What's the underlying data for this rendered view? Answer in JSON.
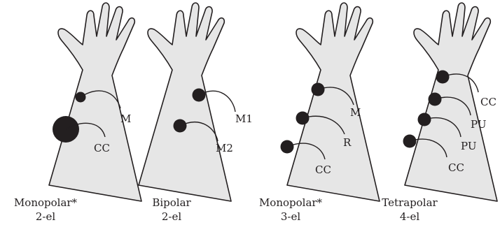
{
  "panels": [
    {
      "electrodes": [
        "M",
        "CC"
      ],
      "caption": {
        "title": "Monopolar*",
        "subtitle": "2-el"
      }
    },
    {
      "electrodes": [
        "M1",
        "M2"
      ],
      "caption": {
        "title": "Bipolar",
        "subtitle": "2-el"
      }
    },
    {
      "electrodes": [
        "M",
        "R",
        "CC"
      ],
      "caption": {
        "title": "Monopolar*",
        "subtitle": "3-el"
      }
    },
    {
      "electrodes": [
        "CC",
        "PU",
        "PU",
        "CC"
      ],
      "caption": {
        "title": "Tetrapolar",
        "subtitle": "4-el"
      }
    }
  ]
}
